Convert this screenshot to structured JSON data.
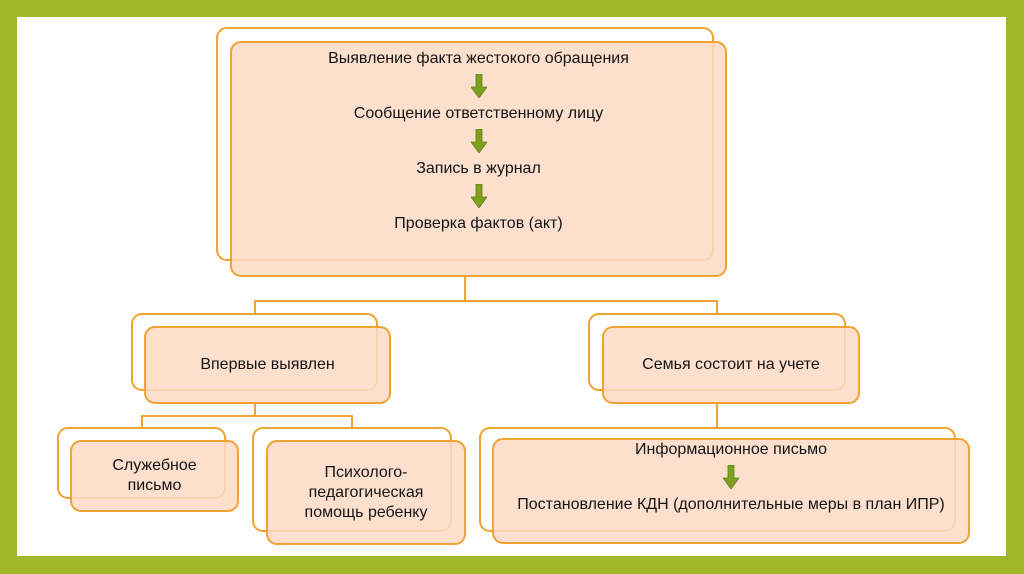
{
  "top_block": {
    "steps": [
      "Выявление факта жестокого обращения",
      "Сообщение ответственному лицу",
      "Запись в журнал",
      "Проверка фактов (акт)"
    ]
  },
  "branch_left": {
    "title": "Впервые выявлен",
    "children": [
      "Служебное письмо",
      "Психолого-педагогическая помощь ребенку"
    ]
  },
  "branch_right": {
    "title": "Семья состоит на учете",
    "steps": [
      "Информационное письмо",
      "Постановление КДН (дополнительные меры в план ИПР)"
    ]
  },
  "colors": {
    "frame": "#a0b72a",
    "border": "#f0a232",
    "fill": "#fbdac4",
    "arrow": "#7fa01e"
  },
  "icons": {
    "arrow": "arrow-down-icon"
  }
}
